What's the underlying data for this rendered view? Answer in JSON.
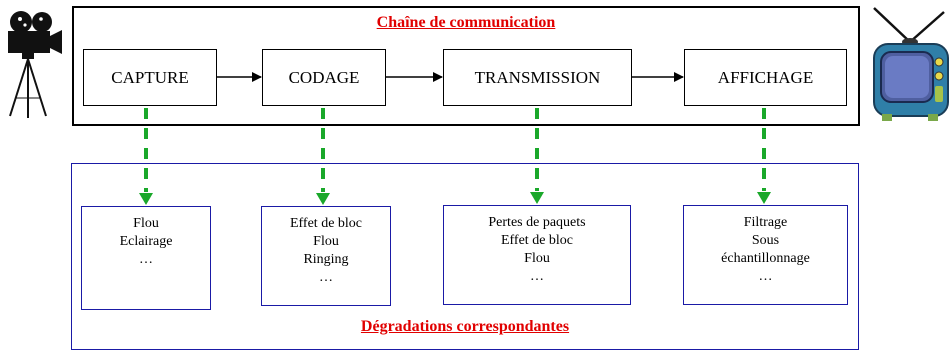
{
  "chain": {
    "title": "Chaîne de communication",
    "stages": [
      {
        "label": "CAPTURE"
      },
      {
        "label": "CODAGE"
      },
      {
        "label": "TRANSMISSION"
      },
      {
        "label": "AFFICHAGE"
      }
    ]
  },
  "degradations": {
    "title": "Dégradations correspondantes",
    "groups": [
      {
        "lines": [
          "Flou",
          "Eclairage",
          "…"
        ]
      },
      {
        "lines": [
          "Effet de bloc",
          "Flou",
          "Ringing",
          "…"
        ]
      },
      {
        "lines": [
          "Pertes de paquets",
          "Effet de bloc",
          "Flou",
          "…"
        ]
      },
      {
        "lines": [
          "Filtrage",
          "Sous",
          "échantillonnage",
          "…"
        ]
      }
    ]
  },
  "colors": {
    "title_red": "#e10000",
    "arrow_green": "#1aa82a",
    "border_blue": "#1a1aa6"
  },
  "icons": {
    "left": "movie-camera-icon",
    "right": "television-icon"
  }
}
